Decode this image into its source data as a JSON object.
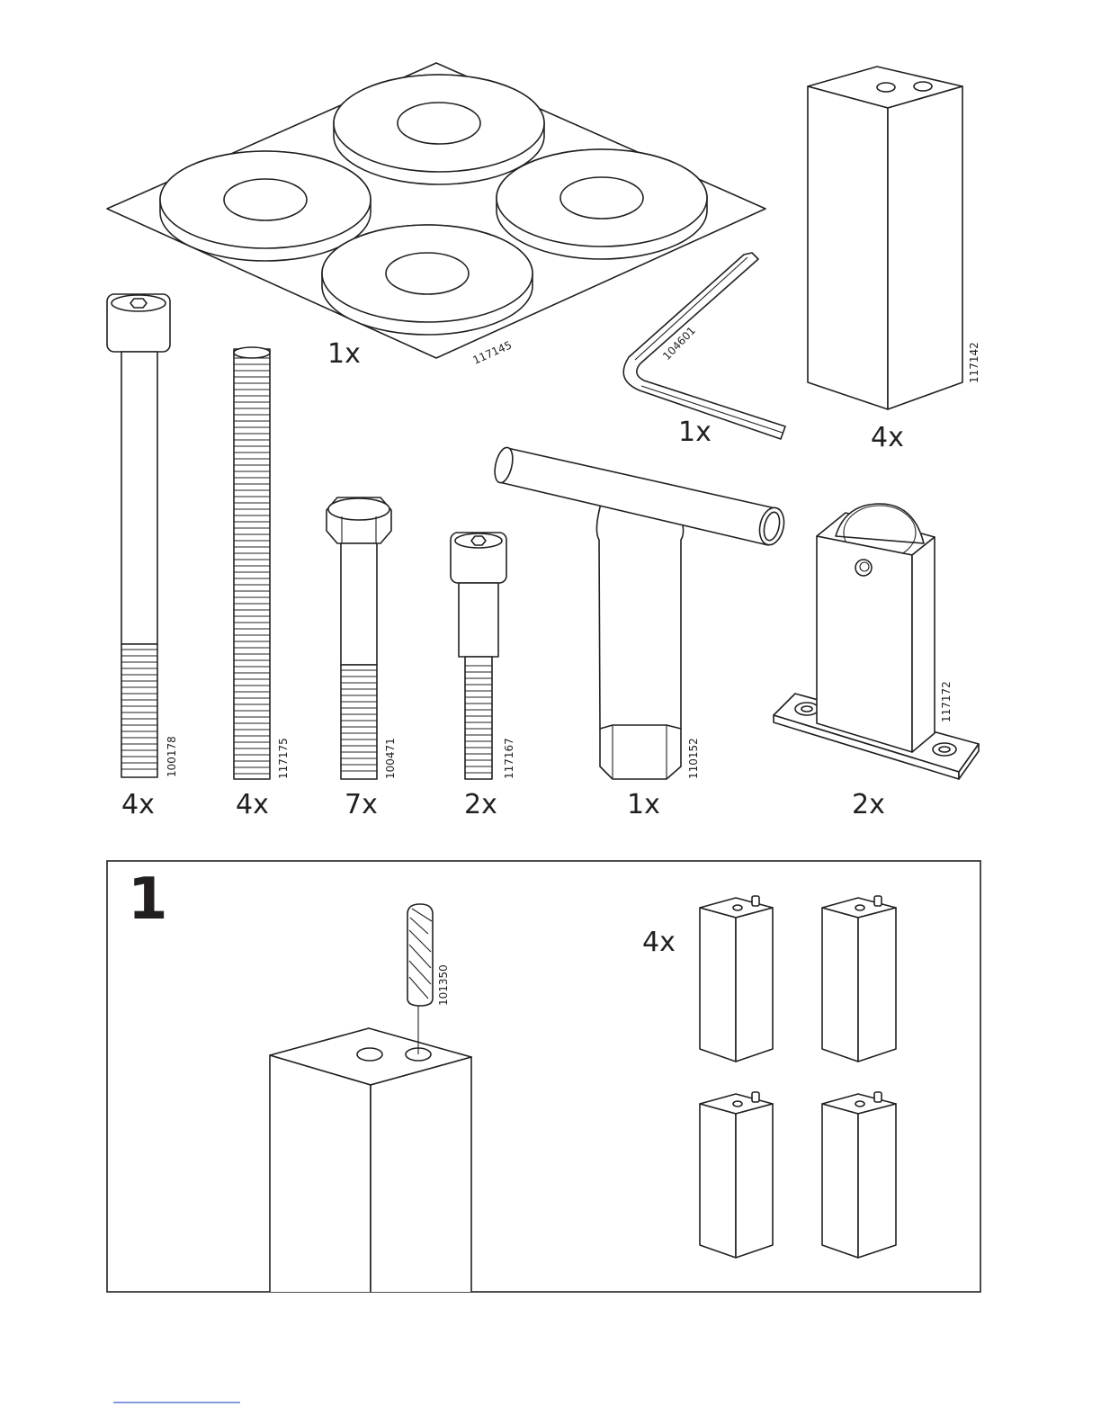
{
  "parts": [
    {
      "code": "117145",
      "quantity": "1x",
      "icon": "felt-pads-sheet-icon"
    },
    {
      "code": "104601",
      "quantity": "1x",
      "icon": "allen-key-icon"
    },
    {
      "code": "117142",
      "quantity": "4x",
      "icon": "square-leg-icon"
    },
    {
      "code": "100178",
      "quantity": "4x",
      "icon": "long-socket-bolt-icon"
    },
    {
      "code": "117175",
      "quantity": "4x",
      "icon": "threaded-rod-icon"
    },
    {
      "code": "100471",
      "quantity": "7x",
      "icon": "hex-bolt-icon"
    },
    {
      "code": "117167",
      "quantity": "2x",
      "icon": "short-socket-bolt-icon"
    },
    {
      "code": "110152",
      "quantity": "1x",
      "icon": "t-wrench-icon"
    },
    {
      "code": "117172",
      "quantity": "2x",
      "icon": "caster-bracket-icon"
    }
  ],
  "step": {
    "number": "1",
    "dowel_code": "101350",
    "quantity": "4x",
    "icons": [
      "dowel-icon",
      "leg-with-dowel-icon"
    ]
  }
}
